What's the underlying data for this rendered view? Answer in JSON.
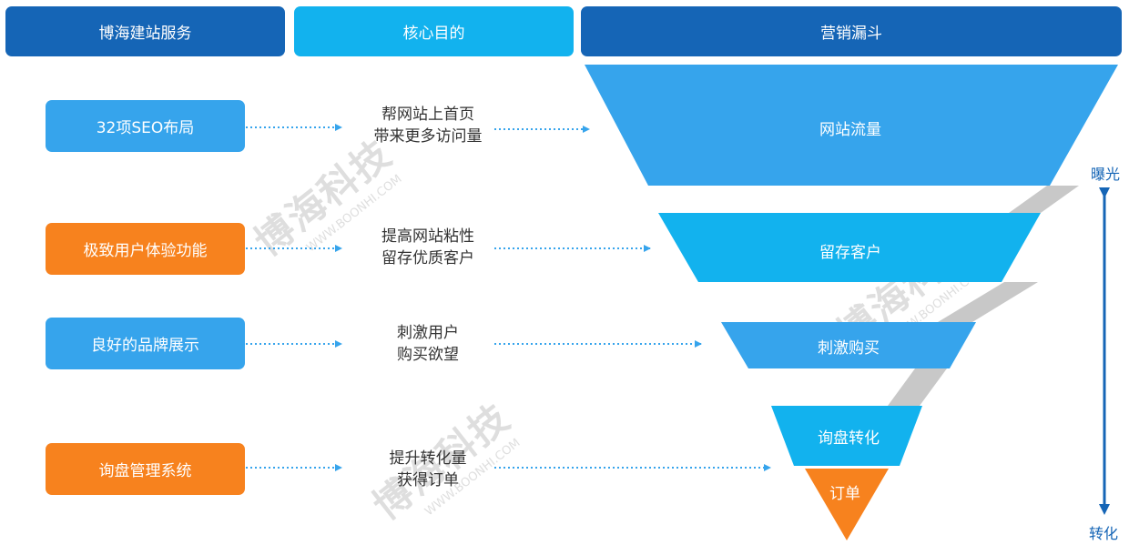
{
  "headers": {
    "services": "博海建站服务",
    "purpose": "核心目的",
    "funnel": "营销漏斗"
  },
  "rows": [
    {
      "service": "32项SEO布局",
      "service_color": "#36a4ec",
      "purpose_line1": "帮网站上首页",
      "purpose_line2": "带来更多访问量"
    },
    {
      "service": "极致用户体验功能",
      "service_color": "#f7821e",
      "purpose_line1": "提高网站粘性",
      "purpose_line2": "留存优质客户"
    },
    {
      "service": "良好的品牌展示",
      "service_color": "#36a4ec",
      "purpose_line1": "刺激用户",
      "purpose_line2": "购买欲望"
    },
    {
      "service": "询盘管理系统",
      "service_color": "#f7821e",
      "purpose_line1": "提升转化量",
      "purpose_line2": "获得订单"
    }
  ],
  "funnel_stages": [
    {
      "label": "网站流量",
      "color": "#36a4ec"
    },
    {
      "label": "留存客户",
      "color": "#12b2ee"
    },
    {
      "label": "刺激购买",
      "color": "#36a4ec"
    },
    {
      "label": "询盘转化",
      "color": "#12b2ee"
    },
    {
      "label": "订单",
      "color": "#f7821e"
    }
  ],
  "axis": {
    "top_label": "曝光",
    "bottom_label": "转化",
    "color": "#1565b6"
  },
  "watermark": {
    "text": "博海科技",
    "url": "WWW.BOONHI.COM"
  }
}
